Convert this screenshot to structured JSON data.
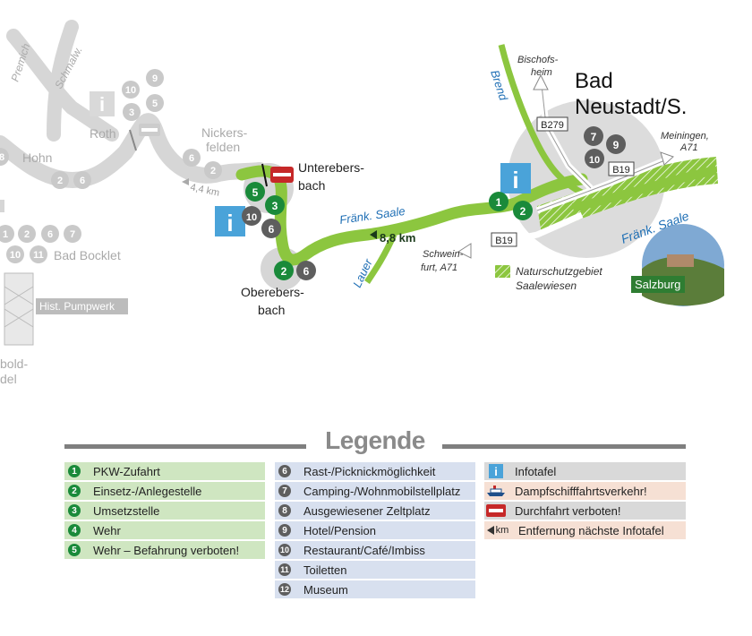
{
  "map": {
    "places": {
      "premich": "Premich",
      "schmalw": "Schmalw.",
      "roth": "Roth",
      "hohn": "Hohn",
      "nickersfelden_1": "Nickers-",
      "nickersfelden_2": "felden",
      "untere_1": "Unterebers-",
      "untere_2": "bach",
      "obere_1": "Oberebers-",
      "obere_2": "bach",
      "bad_bocklet": "Bad Bocklet",
      "pumpwerk": "Hist. Pumpwerk",
      "bold_1": "bold-",
      "bold_2": "del",
      "bad_neustadt_1": "Bad",
      "bad_neustadt_2": "Neustadt/S.",
      "bischofsheim_1": "Bischofs-",
      "bischofsheim_2": "heim",
      "meiningen_1": "Meiningen,",
      "meiningen_2": "A71",
      "schweinfurt_1": "Schwein-",
      "schweinfurt_2": "furt, A71",
      "salzburg": "Salzburg"
    },
    "rivers": {
      "saale_1": "Fränk. Saale",
      "saale_2": "Fränk. Saale",
      "brend": "Brend",
      "lauer": "Lauer",
      "schmalw": "Schmalw.",
      "premich": "Premich"
    },
    "roads": {
      "b279": "B279",
      "b19_a": "B19",
      "b19_b": "B19"
    },
    "distances": {
      "main": "8,8 km",
      "grey": "4,4 km"
    },
    "nature": {
      "line1": "Naturschutzgebiet",
      "line2": "Saalewiesen"
    },
    "info_icon_text": "i",
    "colors": {
      "green": "#8cc63f",
      "dark_green": "#1a8a3a",
      "grey": "#d4d4d4",
      "badge_grey": "#5e5e5e",
      "river_blue": "#1f6fb5",
      "info_blue": "#4aa3d9"
    }
  },
  "legend": {
    "title": "Legende",
    "col1": [
      {
        "num": "1",
        "label": "PKW-Zufahrt"
      },
      {
        "num": "2",
        "label": "Einsetz-/Anlegestelle"
      },
      {
        "num": "3",
        "label": "Umsetzstelle"
      },
      {
        "num": "4",
        "label": "Wehr"
      },
      {
        "num": "5",
        "label": "Wehr – Befahrung verboten!"
      }
    ],
    "col2": [
      {
        "num": "6",
        "label": "Rast-/Picknickmöglichkeit"
      },
      {
        "num": "7",
        "label": "Camping-/Wohnmobilstellplatz"
      },
      {
        "num": "8",
        "label": "Ausgewiesener Zeltplatz"
      },
      {
        "num": "9",
        "label": "Hotel/Pension"
      },
      {
        "num": "10",
        "label": "Restaurant/Café/Imbiss"
      },
      {
        "num": "11",
        "label": "Toiletten"
      },
      {
        "num": "12",
        "label": "Museum"
      }
    ],
    "col3": [
      {
        "icon": "info-icon",
        "label": "Infotafel"
      },
      {
        "icon": "steamboat-icon",
        "label": "Dampfschifffahrtsverkehr!"
      },
      {
        "icon": "no-entry-icon",
        "label": "Durchfahrt verboten!"
      },
      {
        "icon": "km-arrow-icon",
        "icon_text": "km",
        "label": "Entfernung nächste Infotafel"
      }
    ]
  }
}
